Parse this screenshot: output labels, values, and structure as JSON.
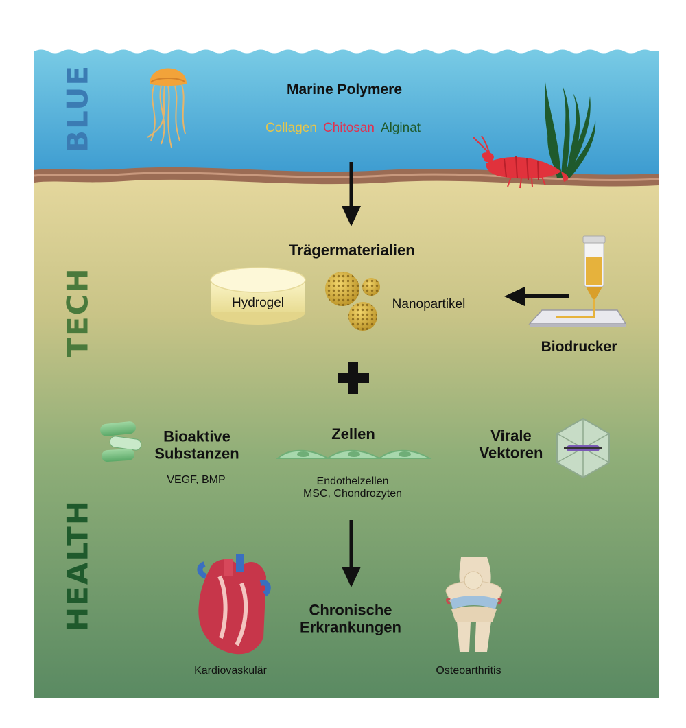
{
  "bands": {
    "blue": "BLUE",
    "tech": "TECH",
    "health": "HEALTH"
  },
  "marine": {
    "title": "Marine Polymere",
    "items": [
      {
        "label": "Collagen",
        "color": "#e8c64a"
      },
      {
        "label": "Chitosan",
        "color": "#e0324f"
      },
      {
        "label": "Alginat",
        "color": "#1f5a2c"
      }
    ]
  },
  "carriers": {
    "title": "Trägermaterialien",
    "hydrogel": "Hydrogel",
    "nanoparticles": "Nanopartikel",
    "bioprinter": "Biodrucker"
  },
  "components": {
    "bioactive": "Bioaktive\nSubstanzen",
    "bioactive_examples": "VEGF, BMP",
    "cells": "Zellen",
    "cells_examples": "Endothelzellen\nMSC, Chondrozyten",
    "viral": "Virale\nVektoren"
  },
  "diseases": {
    "title": "Chronische\nErkrankungen",
    "cardio": "Kardiovaskulär",
    "osteo": "Osteoarthritis"
  },
  "colors": {
    "water_top": "#77c9e4",
    "water_bottom": "#3d9dd0",
    "sand": "#e4d79d",
    "health_green": "#5f8d64",
    "blue_label": "#3b7bb3",
    "tech_label": "#4a7a3c",
    "health_label": "#1f5a2c"
  }
}
